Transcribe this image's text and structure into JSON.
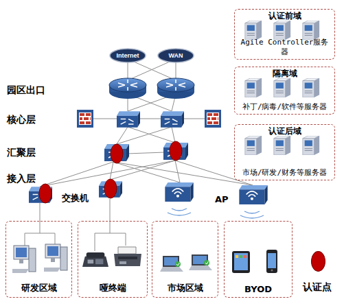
{
  "diagram": {
    "nodes": [
      {
        "text": [
          "Internet"
        ]
      },
      {
        "text": [
          "WAN"
        ]
      },
      {
        "text": [
          "认证前域",
          "Agile Controller服务器"
        ]
      },
      {
        "text": [
          "隔离域",
          "补丁/病毒/软件等服务器"
        ]
      },
      {
        "text": [
          "认证后域",
          "市场/研发/财务等服务器"
        ]
      },
      {
        "text": [
          "研发区域"
        ]
      },
      {
        "text": [
          "哑终端"
        ]
      },
      {
        "text": [
          "市场区域"
        ]
      },
      {
        "text": [
          "BYOD"
        ]
      }
    ],
    "labels": [
      "园区出口",
      "核心层",
      "汇聚层",
      "接入层",
      "交换机",
      "AP"
    ],
    "legend": [
      {
        "text": "认证点",
        "color": "#c00000"
      }
    ]
  }
}
